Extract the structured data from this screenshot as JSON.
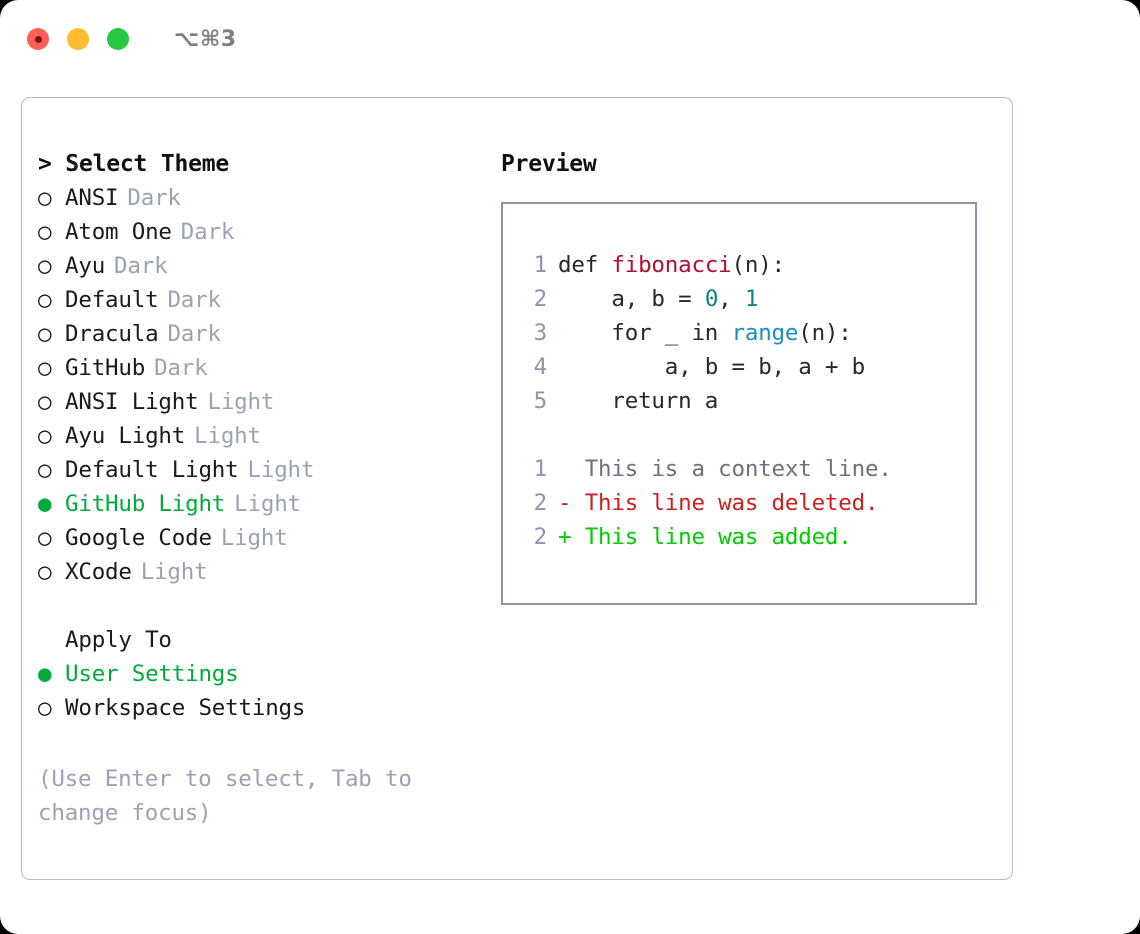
{
  "window": {
    "shortcut": "⌥⌘3",
    "traffic_lights": [
      {
        "name": "close",
        "color": "#ff5f57"
      },
      {
        "name": "minimize",
        "color": "#ffbd2e"
      },
      {
        "name": "maximize",
        "color": "#28c840"
      }
    ]
  },
  "theme_picker": {
    "header": "> Select Theme",
    "selected_marker": "●",
    "unselected_marker": "○",
    "items": [
      {
        "marker": "○",
        "label": "ANSI",
        "tag": "Dark",
        "selected": false
      },
      {
        "marker": "○",
        "label": "Atom One",
        "tag": "Dark",
        "selected": false
      },
      {
        "marker": "○",
        "label": "Ayu",
        "tag": "Dark",
        "selected": false
      },
      {
        "marker": "○",
        "label": "Default",
        "tag": "Dark",
        "selected": false
      },
      {
        "marker": "○",
        "label": "Dracula",
        "tag": "Dark",
        "selected": false
      },
      {
        "marker": "○",
        "label": "GitHub",
        "tag": "Dark",
        "selected": false
      },
      {
        "marker": "○",
        "label": "ANSI Light",
        "tag": "Light",
        "selected": false
      },
      {
        "marker": "○",
        "label": "Ayu Light",
        "tag": "Light",
        "selected": false
      },
      {
        "marker": "○",
        "label": "Default Light",
        "tag": "Light",
        "selected": false
      },
      {
        "marker": "●",
        "label": "GitHub Light",
        "tag": "Light",
        "selected": true
      },
      {
        "marker": "○",
        "label": "Google Code",
        "tag": "Light",
        "selected": false
      },
      {
        "marker": "○",
        "label": "XCode",
        "tag": "Light",
        "selected": false
      }
    ]
  },
  "apply_to": {
    "label": "Apply To",
    "items": [
      {
        "marker": "●",
        "label": "User Settings",
        "selected": true
      },
      {
        "marker": "○",
        "label": "Workspace Settings",
        "selected": false
      }
    ]
  },
  "hint": "(Use Enter to select, Tab to change focus)",
  "preview": {
    "title": "Preview",
    "code_lines": [
      {
        "no": "1",
        "segments": [
          {
            "text": "def ",
            "kind": "plain"
          },
          {
            "text": "fibonacci",
            "kind": "func"
          },
          {
            "text": "(n):",
            "kind": "plain"
          }
        ]
      },
      {
        "no": "2",
        "segments": [
          {
            "text": "    a, b = ",
            "kind": "plain"
          },
          {
            "text": "0",
            "kind": "num"
          },
          {
            "text": ", ",
            "kind": "plain"
          },
          {
            "text": "1",
            "kind": "num"
          }
        ]
      },
      {
        "no": "3",
        "segments": [
          {
            "text": "    for _ in ",
            "kind": "plain"
          },
          {
            "text": "range",
            "kind": "builtin"
          },
          {
            "text": "(n):",
            "kind": "plain"
          }
        ]
      },
      {
        "no": "4",
        "segments": [
          {
            "text": "        a, b = b, a + b",
            "kind": "plain"
          }
        ]
      },
      {
        "no": "5",
        "segments": [
          {
            "text": "    return a",
            "kind": "plain"
          }
        ]
      }
    ],
    "diff_lines": [
      {
        "no": "1",
        "prefix": "  ",
        "text": "This is a context line.",
        "kind": "context"
      },
      {
        "no": "2",
        "prefix": "- ",
        "text": "This line was deleted.",
        "kind": "deleted"
      },
      {
        "no": "2",
        "prefix": "+ ",
        "text": "This line was added.",
        "kind": "added"
      }
    ]
  },
  "colors": {
    "accent_green": "#00ab3b",
    "muted": "#9aa3b4",
    "border": "#b4bcc8",
    "preview_border": "#8c96a8",
    "func": "#b01030",
    "number": "#118080",
    "builtin": "#1a8fc4",
    "diff_deleted": "#cc2020",
    "diff_added": "#00cc00"
  }
}
